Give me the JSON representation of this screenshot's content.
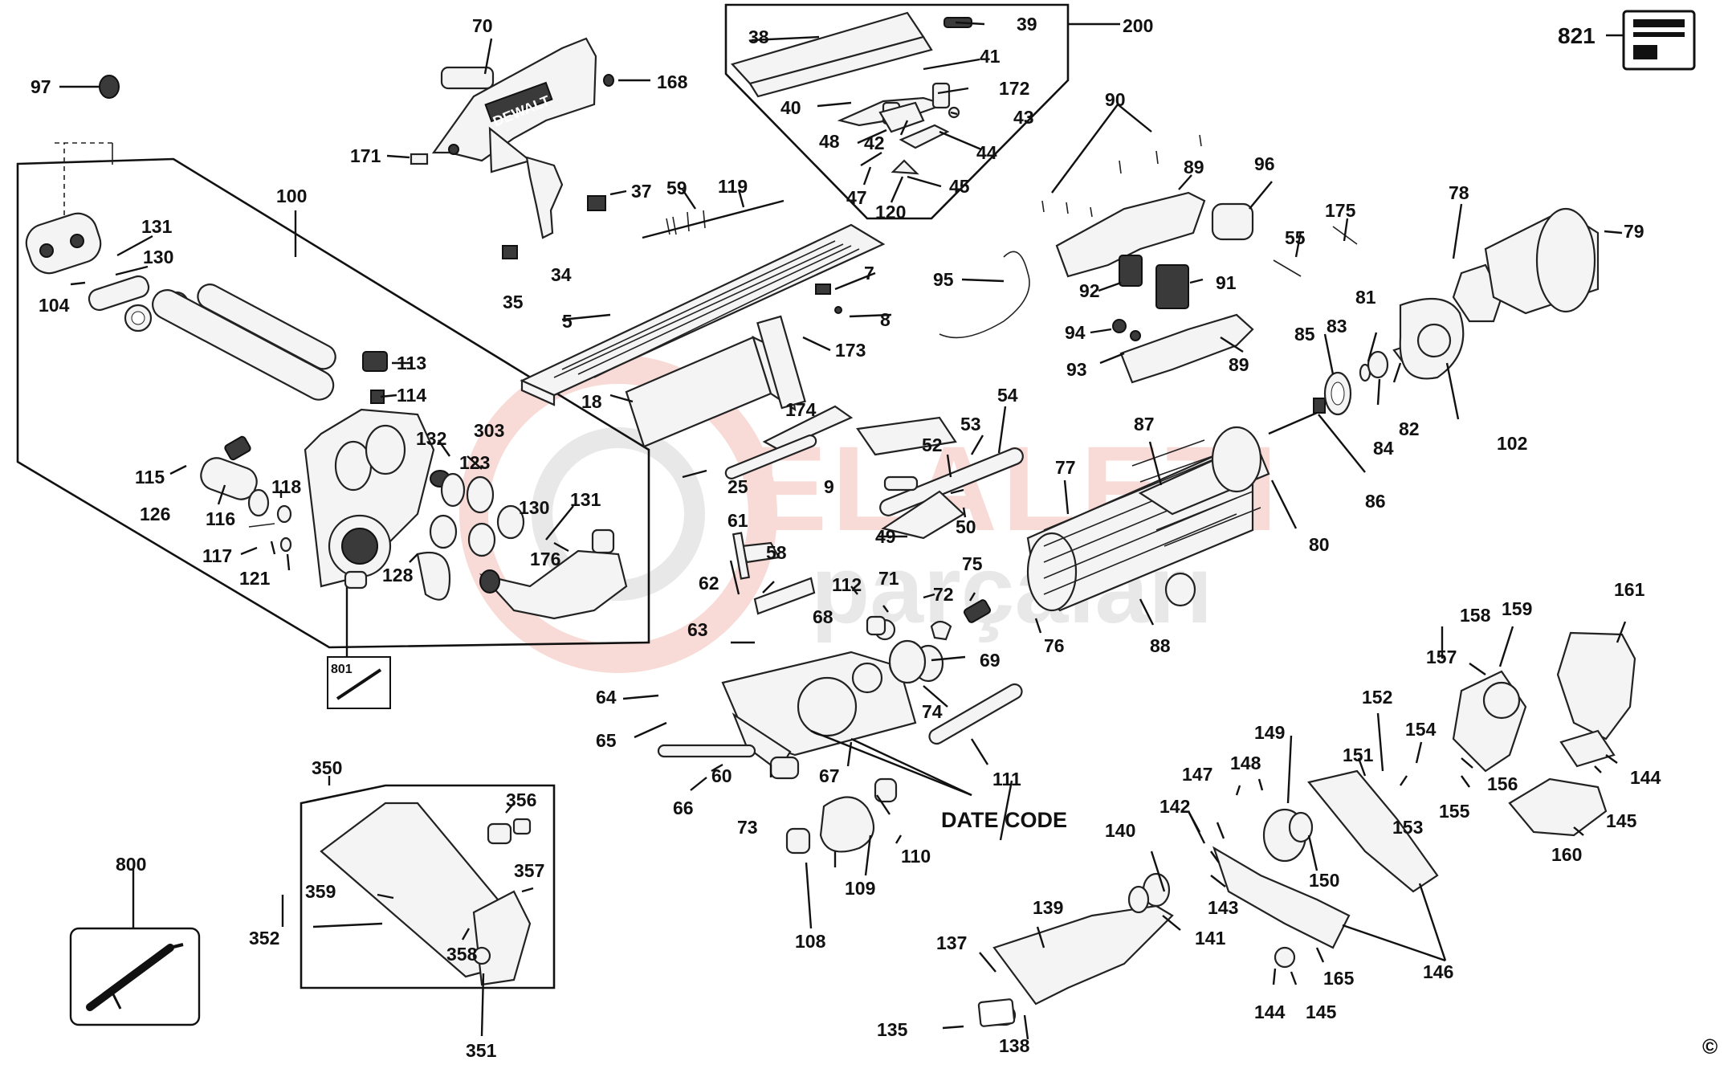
{
  "diagram": {
    "labels": [
      {
        "id": "821",
        "text": "821"
      },
      {
        "id": "97",
        "text": "97"
      },
      {
        "id": "70",
        "text": "70"
      },
      {
        "id": "168",
        "text": "168"
      },
      {
        "id": "171",
        "text": "171"
      },
      {
        "id": "100",
        "text": "100"
      },
      {
        "id": "131a",
        "text": "131"
      },
      {
        "id": "130a",
        "text": "130"
      },
      {
        "id": "104",
        "text": "104"
      },
      {
        "id": "113",
        "text": "113"
      },
      {
        "id": "114",
        "text": "114"
      },
      {
        "id": "132",
        "text": "132"
      },
      {
        "id": "303",
        "text": "303"
      },
      {
        "id": "123",
        "text": "123"
      },
      {
        "id": "131b",
        "text": "131"
      },
      {
        "id": "130b",
        "text": "130"
      },
      {
        "id": "176",
        "text": "176"
      },
      {
        "id": "115",
        "text": "115"
      },
      {
        "id": "118",
        "text": "118"
      },
      {
        "id": "126",
        "text": "126"
      },
      {
        "id": "116",
        "text": "116"
      },
      {
        "id": "117",
        "text": "117"
      },
      {
        "id": "121",
        "text": "121"
      },
      {
        "id": "128",
        "text": "128"
      },
      {
        "id": "801",
        "text": "801"
      },
      {
        "id": "37",
        "text": "37"
      },
      {
        "id": "59",
        "text": "59"
      },
      {
        "id": "119",
        "text": "119"
      },
      {
        "id": "34",
        "text": "34"
      },
      {
        "id": "35",
        "text": "35"
      },
      {
        "id": "5",
        "text": "5"
      },
      {
        "id": "7",
        "text": "7"
      },
      {
        "id": "8",
        "text": "8"
      },
      {
        "id": "173",
        "text": "173"
      },
      {
        "id": "18",
        "text": "18"
      },
      {
        "id": "174",
        "text": "174"
      },
      {
        "id": "25",
        "text": "25"
      },
      {
        "id": "9",
        "text": "9"
      },
      {
        "id": "38",
        "text": "38"
      },
      {
        "id": "39",
        "text": "39"
      },
      {
        "id": "200",
        "text": "200"
      },
      {
        "id": "41",
        "text": "41"
      },
      {
        "id": "40",
        "text": "40"
      },
      {
        "id": "172",
        "text": "172"
      },
      {
        "id": "43",
        "text": "43"
      },
      {
        "id": "48",
        "text": "48"
      },
      {
        "id": "42",
        "text": "42"
      },
      {
        "id": "44",
        "text": "44"
      },
      {
        "id": "47",
        "text": "47"
      },
      {
        "id": "120",
        "text": "120"
      },
      {
        "id": "45",
        "text": "45"
      },
      {
        "id": "90",
        "text": "90"
      },
      {
        "id": "89a",
        "text": "89"
      },
      {
        "id": "96",
        "text": "96"
      },
      {
        "id": "175",
        "text": "175"
      },
      {
        "id": "55",
        "text": "55"
      },
      {
        "id": "78",
        "text": "78"
      },
      {
        "id": "79",
        "text": "79"
      },
      {
        "id": "95",
        "text": "95"
      },
      {
        "id": "92",
        "text": "92"
      },
      {
        "id": "91",
        "text": "91"
      },
      {
        "id": "94",
        "text": "94"
      },
      {
        "id": "93",
        "text": "93"
      },
      {
        "id": "89b",
        "text": "89"
      },
      {
        "id": "81",
        "text": "81"
      },
      {
        "id": "85",
        "text": "85"
      },
      {
        "id": "83",
        "text": "83"
      },
      {
        "id": "82",
        "text": "82"
      },
      {
        "id": "84",
        "text": "84"
      },
      {
        "id": "102",
        "text": "102"
      },
      {
        "id": "86",
        "text": "86"
      },
      {
        "id": "54",
        "text": "54"
      },
      {
        "id": "53",
        "text": "53"
      },
      {
        "id": "52",
        "text": "52"
      },
      {
        "id": "87",
        "text": "87"
      },
      {
        "id": "77",
        "text": "77"
      },
      {
        "id": "50",
        "text": "50"
      },
      {
        "id": "49",
        "text": "49"
      },
      {
        "id": "80",
        "text": "80"
      },
      {
        "id": "61",
        "text": "61"
      },
      {
        "id": "58",
        "text": "58"
      },
      {
        "id": "62",
        "text": "62"
      },
      {
        "id": "112",
        "text": "112"
      },
      {
        "id": "71",
        "text": "71"
      },
      {
        "id": "75",
        "text": "75"
      },
      {
        "id": "72",
        "text": "72"
      },
      {
        "id": "68",
        "text": "68"
      },
      {
        "id": "63",
        "text": "63"
      },
      {
        "id": "76",
        "text": "76"
      },
      {
        "id": "88",
        "text": "88"
      },
      {
        "id": "69",
        "text": "69"
      },
      {
        "id": "64",
        "text": "64"
      },
      {
        "id": "74",
        "text": "74"
      },
      {
        "id": "65",
        "text": "65"
      },
      {
        "id": "60",
        "text": "60"
      },
      {
        "id": "66",
        "text": "66"
      },
      {
        "id": "67",
        "text": "67"
      },
      {
        "id": "73",
        "text": "73"
      },
      {
        "id": "111",
        "text": "111"
      },
      {
        "id": "date",
        "text": "DATE CODE"
      },
      {
        "id": "110",
        "text": "110"
      },
      {
        "id": "109",
        "text": "109"
      },
      {
        "id": "108",
        "text": "108"
      },
      {
        "id": "161",
        "text": "161"
      },
      {
        "id": "158",
        "text": "158"
      },
      {
        "id": "159",
        "text": "159"
      },
      {
        "id": "157",
        "text": "157"
      },
      {
        "id": "152",
        "text": "152"
      },
      {
        "id": "154",
        "text": "154"
      },
      {
        "id": "149",
        "text": "149"
      },
      {
        "id": "151",
        "text": "151"
      },
      {
        "id": "156",
        "text": "156"
      },
      {
        "id": "144a",
        "text": "144"
      },
      {
        "id": "153",
        "text": "153"
      },
      {
        "id": "155",
        "text": "155"
      },
      {
        "id": "148",
        "text": "148"
      },
      {
        "id": "147",
        "text": "147"
      },
      {
        "id": "145a",
        "text": "145"
      },
      {
        "id": "142",
        "text": "142"
      },
      {
        "id": "160",
        "text": "160"
      },
      {
        "id": "140",
        "text": "140"
      },
      {
        "id": "150",
        "text": "150"
      },
      {
        "id": "143",
        "text": "143"
      },
      {
        "id": "141",
        "text": "141"
      },
      {
        "id": "146",
        "text": "146"
      },
      {
        "id": "139",
        "text": "139"
      },
      {
        "id": "137",
        "text": "137"
      },
      {
        "id": "165",
        "text": "165"
      },
      {
        "id": "144b",
        "text": "144"
      },
      {
        "id": "145b",
        "text": "145"
      },
      {
        "id": "135",
        "text": "135"
      },
      {
        "id": "138",
        "text": "138"
      },
      {
        "id": "350",
        "text": "350"
      },
      {
        "id": "356",
        "text": "356"
      },
      {
        "id": "357",
        "text": "357"
      },
      {
        "id": "359",
        "text": "359"
      },
      {
        "id": "352",
        "text": "352"
      },
      {
        "id": "358",
        "text": "358"
      },
      {
        "id": "351",
        "text": "351"
      },
      {
        "id": "800",
        "text": "800"
      }
    ],
    "brand_text": "DEWALT",
    "copyright_symbol": "©"
  },
  "watermark": {
    "line1": "ELALETI",
    "line2": "parçaları",
    "color_primary": "#e0594a",
    "color_secondary": "#9a9a9a"
  },
  "colors": {
    "ink": "#111111",
    "background": "#ffffff"
  }
}
